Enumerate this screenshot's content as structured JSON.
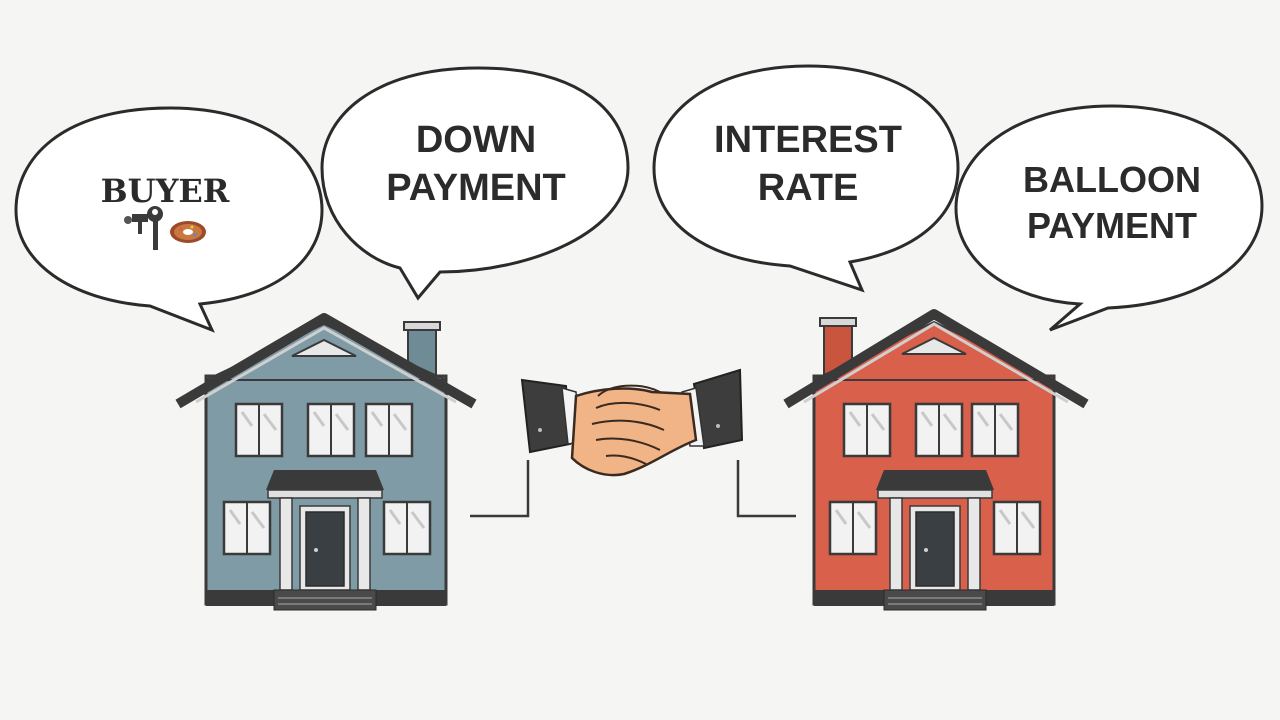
{
  "scene": {
    "background": "#f5f5f4",
    "bubbles": [
      {
        "lines": [
          "BUYER"
        ],
        "icons": [
          "hammer-icon",
          "wrench-icon",
          "donut-icon"
        ]
      },
      {
        "lines": [
          "DOWN",
          "PAYMENT"
        ]
      },
      {
        "lines": [
          "INTEREST",
          "RATE"
        ]
      },
      {
        "lines": [
          "BALLOON",
          "PAYMENT"
        ]
      }
    ],
    "houses": [
      {
        "color": "#7f9ba5",
        "trim": "#5f7a84"
      },
      {
        "color": "#d9604a",
        "trim": "#b94a36"
      }
    ],
    "handshake": {
      "icon": "handshake-icon"
    }
  }
}
